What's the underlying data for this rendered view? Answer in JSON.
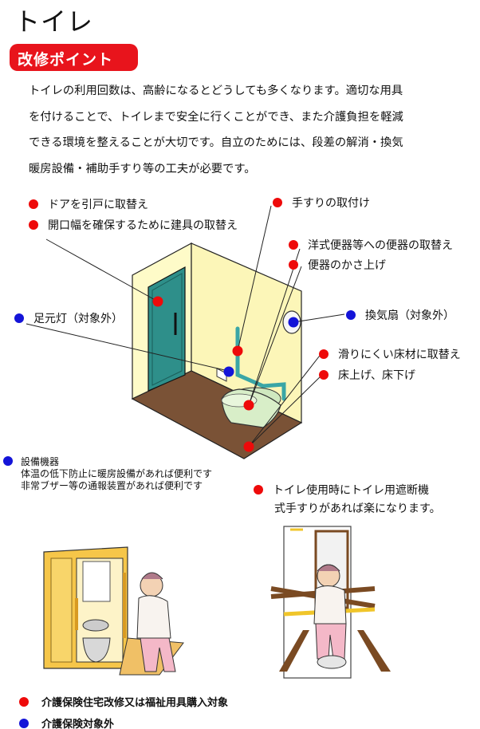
{
  "title": "トイレ",
  "badge": "改修ポイント",
  "intro": [
    "トイレの利用回数は、高齢になるとどうしても多くなります。適切な用具",
    "を付けることで、トイレまで安全に行くことができ、また介護負担を軽減",
    "できる環境を整えることが大切です。自立のためには、段差の解消・換気",
    "暖房設備・補助手すり等の工夫が必要です。"
  ],
  "labels": {
    "door_sliding": "ドアを引戸に取替え",
    "door_width": "開口幅を確保するために建具の取替え",
    "handrail": "手すりの取付け",
    "toilet_replace": "洋式便器等への便器の取替え",
    "toilet_raise": "便器のかさ上げ",
    "foot_light": "足元灯（対象外）",
    "fan": "換気扇（対象外）",
    "floor_nonslip": "滑りにくい床材に取替え",
    "floor_raise": "床上げ、床下げ"
  },
  "equipment": {
    "heading": "設備機器",
    "line1": "体温の低下防止に暖房設備があれば便利です",
    "line2": "非常ブザー等の通報装置があれば便利です"
  },
  "barrier_note": {
    "line1": "トイレ使用時にトイレ用遮断機",
    "line2": "式手すりがあれば楽になります。"
  },
  "legend": {
    "red": "介護保険住宅改修又は福祉用具購入対象",
    "blue": "介護保険対象外"
  },
  "colors": {
    "accent_red": "#e8141c",
    "marker_red": "#ee0a0a",
    "marker_blue": "#1414d8",
    "wall": "#fefbc8",
    "floor": "#7a5236",
    "door": "#2e8f8a"
  }
}
